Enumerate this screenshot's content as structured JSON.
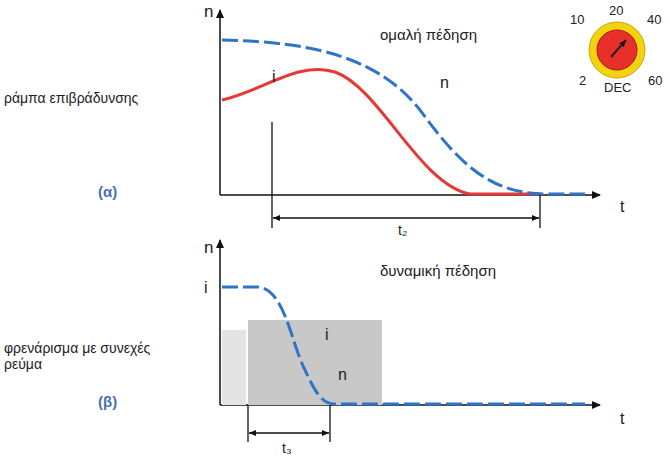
{
  "diagram": {
    "labels": [
      "n",
      "ομαλή πέδηση",
      "i",
      "n",
      "ράμπα επιβράδυνσης",
      "(α)",
      "t",
      "t₂",
      "20",
      "10",
      "40",
      "2",
      "60",
      "DEC",
      "n",
      "δυναμική πέδηση",
      "i",
      "i",
      "n",
      "φρενάρισμα με συνεχές ρεύμα",
      "(β)",
      "t",
      "t₃"
    ]
  }
}
